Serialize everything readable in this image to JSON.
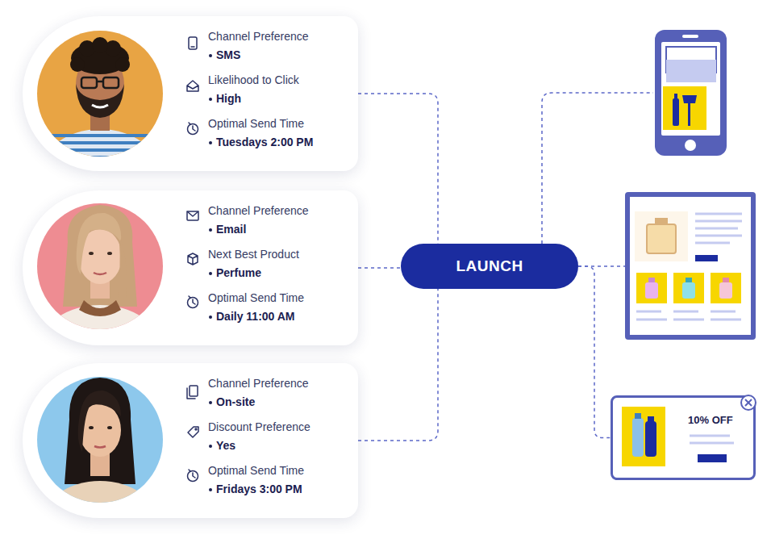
{
  "diagram": {
    "nodes": [
      {
        "text": [
          "Channel Preference",
          "SMS",
          "Likelihood to Click",
          "High",
          "Optimal Send Time",
          "Tuesdays 2:00 PM"
        ]
      },
      {
        "text": [
          "Channel Preference",
          "Email",
          "Next Best Product",
          "Perfume",
          "Optimal Send Time",
          "Daily 11:00 AM"
        ]
      },
      {
        "text": [
          "Channel Preference",
          "On-site",
          "Discount Preference",
          "Yes",
          "Optimal Send Time",
          "Fridays 3:00 PM"
        ]
      },
      {
        "text": [
          "LAUNCH"
        ]
      },
      {
        "text": [
          "10% OFF"
        ]
      }
    ],
    "edges": [
      {
        "from": 0,
        "to": 3,
        "arrow": "none"
      },
      {
        "from": 1,
        "to": 3,
        "arrow": "none"
      },
      {
        "from": 2,
        "to": 3,
        "arrow": "none"
      },
      {
        "from": 3,
        "to": 4,
        "arrow": "none"
      }
    ]
  }
}
